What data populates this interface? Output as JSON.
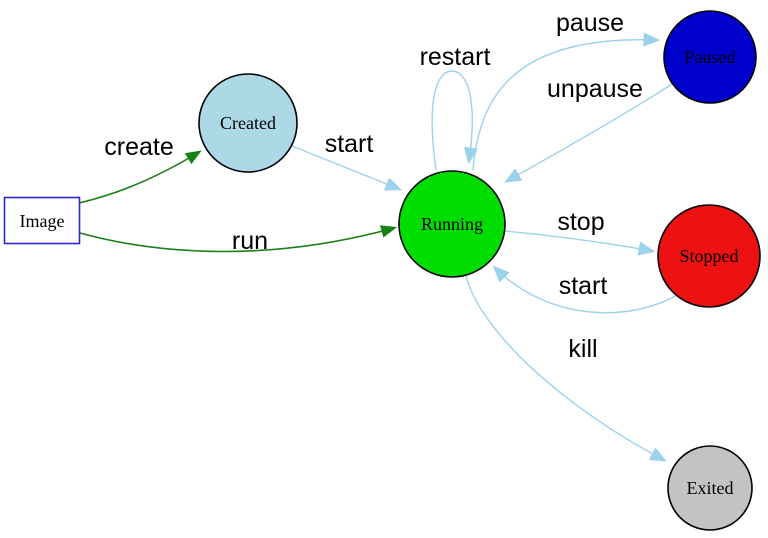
{
  "diagram": {
    "background": "#ffffff",
    "nodes": {
      "image": {
        "label": "Image",
        "shape": "box",
        "fill": "#ffffff",
        "border": "#2929cc"
      },
      "created": {
        "label": "Created",
        "shape": "circle",
        "fill": "#add8e6",
        "border": "#000000"
      },
      "running": {
        "label": "Running",
        "shape": "circle",
        "fill": "#00dd00",
        "border": "#000000"
      },
      "paused": {
        "label": "Paused",
        "shape": "circle",
        "fill": "#0000cc",
        "border": "#000000"
      },
      "stopped": {
        "label": "Stopped",
        "shape": "circle",
        "fill": "#ee1111",
        "border": "#000000"
      },
      "exited": {
        "label": "Exited",
        "shape": "circle",
        "fill": "#c3c3c3",
        "border": "#000000"
      }
    },
    "edges": {
      "create": {
        "label": "create",
        "from": "image",
        "to": "created",
        "color": "#178017"
      },
      "run": {
        "label": "run",
        "from": "image",
        "to": "running",
        "color": "#178017"
      },
      "start_created": {
        "label": "start",
        "from": "created",
        "to": "running",
        "color": "#9cd2ec"
      },
      "restart": {
        "label": "restart",
        "from": "running",
        "to": "running",
        "color": "#9cd2ec"
      },
      "pause": {
        "label": "pause",
        "from": "running",
        "to": "paused",
        "color": "#9cd2ec"
      },
      "unpause": {
        "label": "unpause",
        "from": "paused",
        "to": "running",
        "color": "#9cd2ec"
      },
      "stop": {
        "label": "stop",
        "from": "running",
        "to": "stopped",
        "color": "#9cd2ec"
      },
      "start_stopped": {
        "label": "start",
        "from": "stopped",
        "to": "running",
        "color": "#9cd2ec"
      },
      "kill": {
        "label": "kill",
        "from": "running",
        "to": "exited",
        "color": "#9cd2ec"
      }
    },
    "arrow_colors": {
      "management": "#178017",
      "lifecycle": "#9cd2ec"
    },
    "label_color": "#000000"
  }
}
